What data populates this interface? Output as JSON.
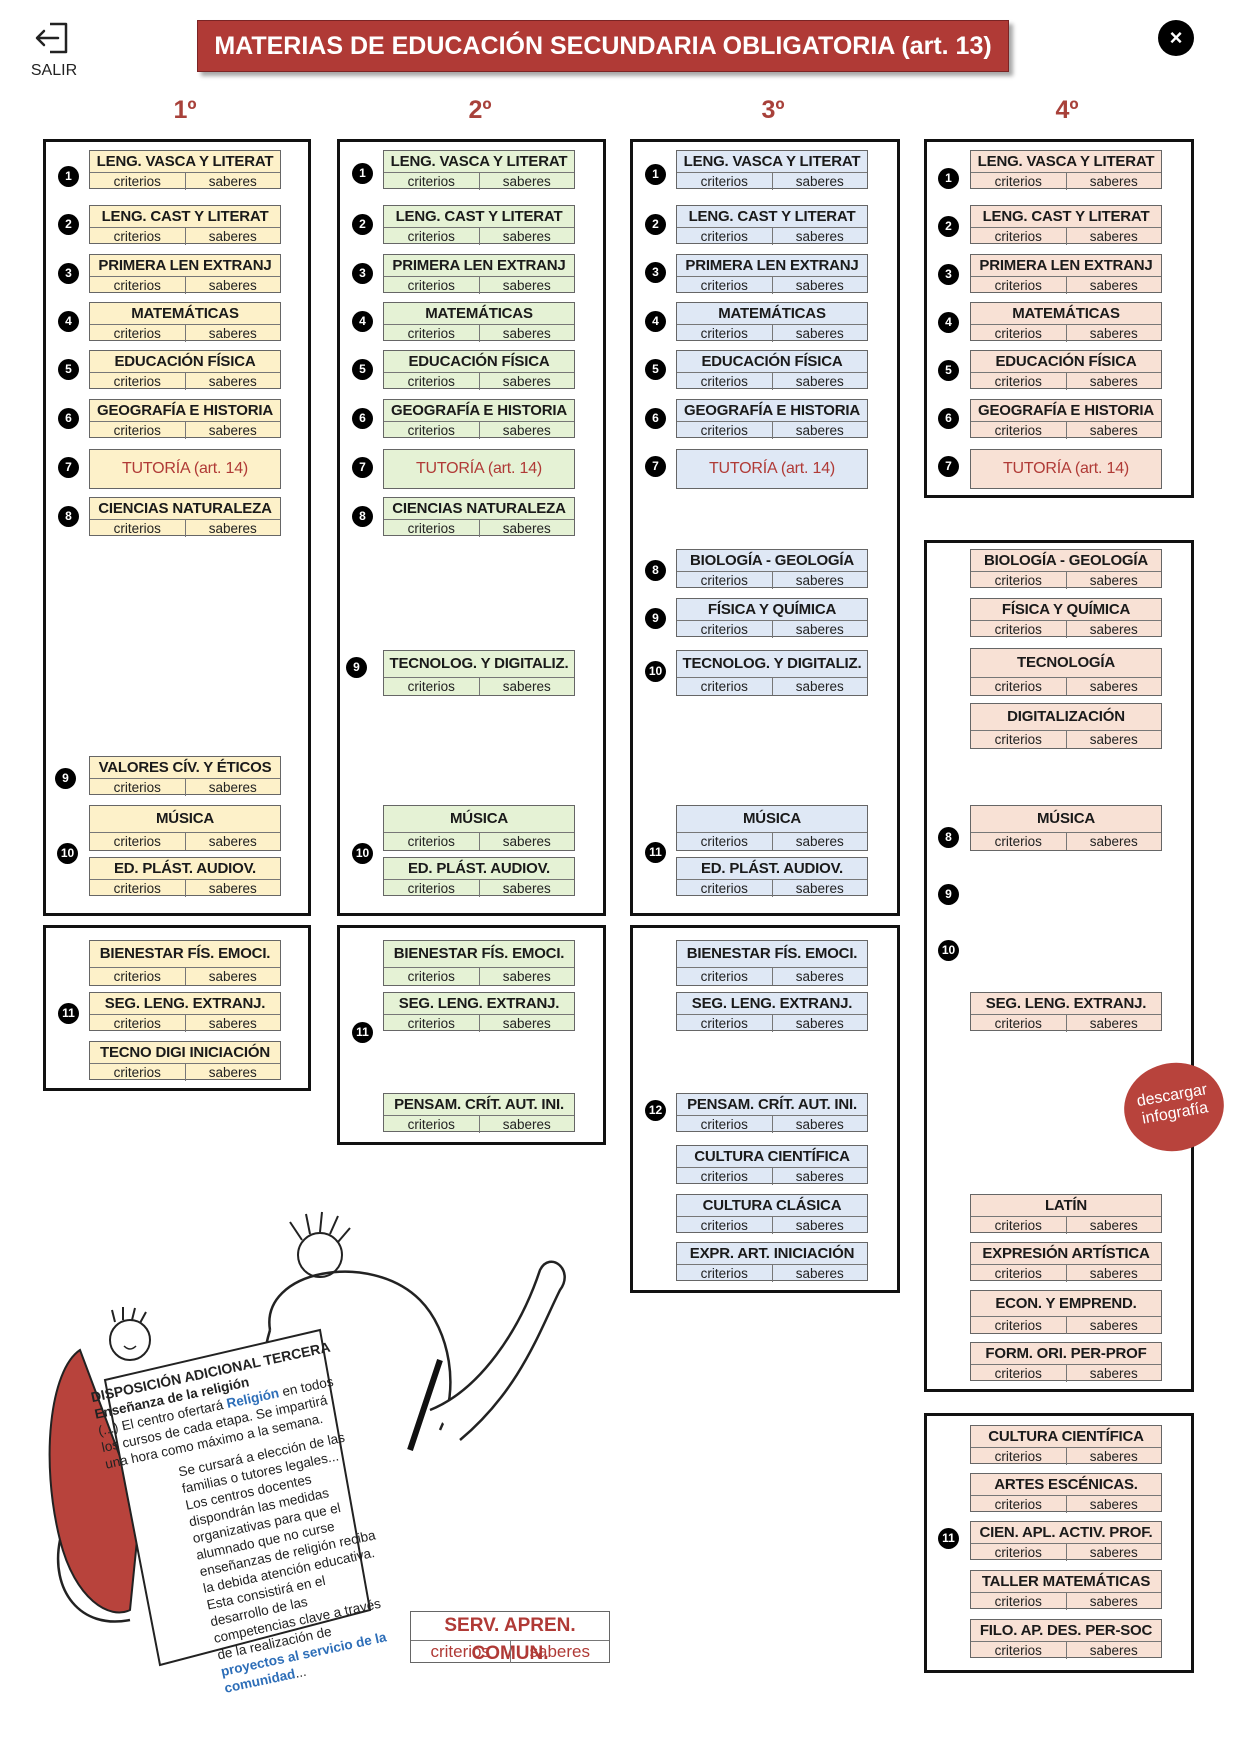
{
  "header": {
    "exit_label": "SALIR",
    "title": "MATERIAS DE EDUCACIÓN SECUNDARIA OBLIGATORIA (art. 13)",
    "close_symbol": "×"
  },
  "link_labels": {
    "criterios": "criterios",
    "saberes": "saberes"
  },
  "columns": [
    {
      "label": "1º",
      "color": "#fdf1c9"
    },
    {
      "label": "2º",
      "color": "#e5f2d5"
    },
    {
      "label": "3º",
      "color": "#dfe8f5"
    },
    {
      "label": "4º",
      "color": "#f8e1d5"
    }
  ],
  "c1": {
    "s1": "LENG. VASCA Y LITERAT",
    "s2": "LENG. CAST Y LITERAT",
    "s3": "PRIMERA LEN EXTRANJ",
    "s4": "MATEMÁTICAS",
    "s5": "EDUCACIÓN FÍSICA",
    "s6": "GEOGRAFÍA E HISTORIA",
    "s7": "TUTORÍA (art. 14)",
    "s8": "CIENCIAS NATURALEZA",
    "s9": "VALORES CÍV. Y ÉTICOS",
    "s10": "MÚSICA",
    "s11": "ED. PLÁST. AUDIOV.",
    "s12": "BIENESTAR FÍS. EMOCI.",
    "s13": "SEG. LENG. EXTRANJ.",
    "s14": "TECNO DIGI INICIACIÓN",
    "n": [
      "1",
      "2",
      "3",
      "4",
      "5",
      "6",
      "7",
      "8",
      "9",
      "10",
      "11"
    ]
  },
  "c2": {
    "s1": "LENG. VASCA Y LITERAT",
    "s2": "LENG. CAST Y LITERAT",
    "s3": "PRIMERA LEN EXTRANJ",
    "s4": "MATEMÁTICAS",
    "s5": "EDUCACIÓN FÍSICA",
    "s6": "GEOGRAFÍA E HISTORIA",
    "s7": "TUTORÍA (art. 14)",
    "s8": "CIENCIAS NATURALEZA",
    "s9": "TECNOLOG. Y DIGITALIZ.",
    "s10": "MÚSICA",
    "s11": "ED. PLÁST. AUDIOV.",
    "s12": "BIENESTAR FÍS. EMOCI.",
    "s13": "SEG. LENG. EXTRANJ.",
    "s14": "PENSAM. CRÍT. AUT. INI.",
    "n": [
      "1",
      "2",
      "3",
      "4",
      "5",
      "6",
      "7",
      "8",
      "9",
      "10",
      "11"
    ]
  },
  "c3": {
    "s1": "LENG. VASCA Y LITERAT",
    "s2": "LENG. CAST Y LITERAT",
    "s3": "PRIMERA LEN EXTRANJ",
    "s4": "MATEMÁTICAS",
    "s5": "EDUCACIÓN FÍSICA",
    "s6": "GEOGRAFÍA E HISTORIA",
    "s7": "TUTORÍA (art. 14)",
    "s8": "BIOLOGÍA - GEOLOGÍA",
    "s9": "FÍSICA Y  QUÍMICA",
    "s10": "TECNOLOG. Y DIGITALIZ.",
    "s11": "MÚSICA",
    "s12": "ED. PLÁST. AUDIOV.",
    "s13": "BIENESTAR FÍS. EMOCI.",
    "s14": "SEG. LENG. EXTRANJ.",
    "s15": "PENSAM. CRÍT. AUT. INI.",
    "s16": "CULTURA CIENTÍFICA",
    "s17": "CULTURA CLÁSICA",
    "s18": "EXPR. ART. INICIACIÓN",
    "n": [
      "1",
      "2",
      "3",
      "4",
      "5",
      "6",
      "7",
      "8",
      "9",
      "10",
      "11",
      "12"
    ]
  },
  "c4": {
    "s1": "LENG. VASCA Y LITERAT",
    "s2": "LENG. CAST Y LITERAT",
    "s3": "PRIMERA LEN EXTRANJ",
    "s4": "MATEMÁTICAS",
    "s5": "EDUCACIÓN FÍSICA",
    "s6": "GEOGRAFÍA E HISTORIA",
    "s7": "TUTORÍA (art. 14)",
    "s8": "BIOLOGÍA - GEOLOGÍA",
    "s9": "FÍSICA Y  QUÍMICA",
    "s10": "TECNOLOGÍA",
    "s11": "DIGITALIZACIÓN",
    "s12": "MÚSICA",
    "s13": "SEG. LENG. EXTRANJ.",
    "s14": "LATÍN",
    "s15": "EXPRESIÓN ARTÍSTICA",
    "s16": "ECON. Y EMPREND.",
    "s17": "FORM. ORI. PER-PROF",
    "s18": "CULTURA CIENTÍFICA",
    "s19": "ARTES ESCÉNICAS.",
    "s20": "CIEN. APL. ACTIV. PROF.",
    "s21": "TALLER MATEMÁTICAS",
    "s22": "FILO. AP. DES. PER-SOC",
    "n": [
      "1",
      "2",
      "3",
      "4",
      "5",
      "6",
      "7",
      "8",
      "9",
      "10",
      "11"
    ]
  },
  "download": {
    "line1": "descargar",
    "line2": "infografía"
  },
  "serv": {
    "name": "SERV. APREN. COMUN.",
    "criterios": "criterios",
    "saberes": "saberes"
  },
  "paper": {
    "title": "DISPOSICIÓN ADICIONAL TERCERA",
    "subtitle": "Enseñanza de la religión",
    "p1_a": "(...) El centro ofertará ",
    "p1_b": "Religión",
    "p1_c": " en todos los cursos de cada etapa. Se impartirá una hora como máximo a la semana.",
    "p2": "Se cursará a elección de las familias o tutores legales... Los centros docentes dispondrán las medidas organizativas para que el alumnado que no curse enseñanzas de religión reciba la debida atención educativa. Esta consistirá en el desarrollo de las competencias clave a través de la realización de ",
    "p2_b": "proyectos al servicio de la comunidad",
    "p2_c": "..."
  },
  "icons": {
    "exit": "exit-door-icon",
    "close": "close-icon"
  }
}
